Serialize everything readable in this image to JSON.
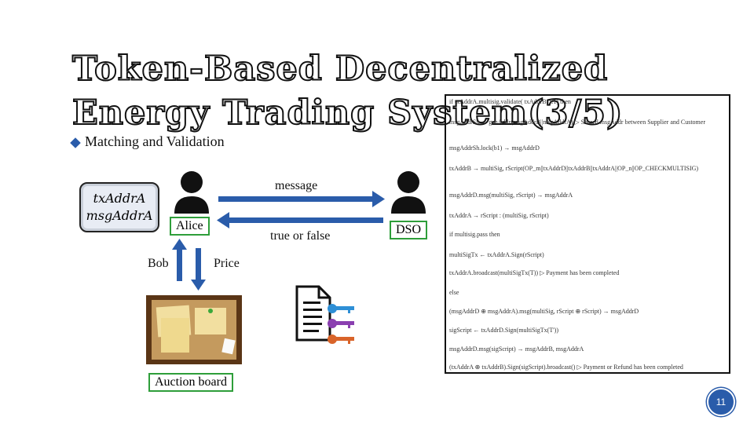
{
  "title": "Token-Based Decentralized Energy Trading System(3/5)",
  "bullet": "Matching and Validation",
  "address_box": {
    "line1": "txAddrA",
    "line2": "msgAddrA"
  },
  "actors": {
    "alice": "Alice",
    "dso": "DSO",
    "bob": "Bob"
  },
  "flows": {
    "message": "message",
    "reply": "true or false",
    "price": "Price"
  },
  "auction_board": "Auction board",
  "code_lines": [
    "if txAddrA.multisig.validate( txAddrB, E1) then",
    "msgAddrSh ← genAddr(msgAddrB||msgAddrA) ▷ Shared msgAddr between Supplier and Customer",
    "msgAddrSh.lock(b1) → msgAddrD",
    "txAddrB → multiSig, rScript(OP_m||txAddrD||txAddrB||txAddrA||OP_n||OP_CHECKMULTISIG)",
    "msgAddrD.msg(multiSig, rScript) → msgAddrA",
    "txAddrA → rScript : (multiSig, rScript)",
    "if multisig.pass then",
    "multiSigTx ← txAddrA.Sign(rScript)",
    "txAddrA.broadcast(multiSigTx(T)) ▷ Payment has been completed",
    "else",
    "(msgAddrD ⊕ msgAddrA).msg(multiSig, rScript ⊕ rScript) → msgAddrD",
    "sigScript ← txAddrD.Sign(multiSigTx(T'))",
    "msgAddrD.msg(sigScript) → msgAddrB, msgAddrA",
    "(txAddrA ⊕ txAddrB).Sign(sigScript).broadcast() ▷ Payment or Refund has been completed"
  ],
  "page_number": "11",
  "colors": {
    "accent": "#2a5caa",
    "frame_green": "#2e9e3a",
    "key_blue": "#2e8fd6",
    "key_purple": "#8a3fb0",
    "key_orange": "#d9642a"
  }
}
